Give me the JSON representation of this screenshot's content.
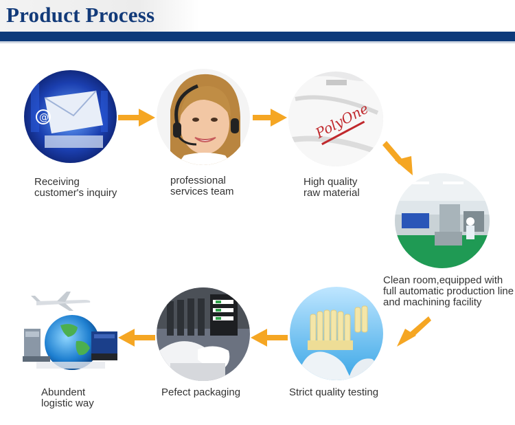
{
  "page": {
    "title": "Product Process"
  },
  "colors": {
    "brand_blue": "#0d3a7a",
    "title_blue": "#123a79",
    "arrow_orange": "#f5a623"
  },
  "steps": [
    {
      "label": "Receiving\ncustomer's inquiry",
      "icon": "email-inquiry-image"
    },
    {
      "label": "professional\nservices team",
      "icon": "support-agent-image"
    },
    {
      "label": "High quality\nraw material",
      "icon": "raw-material-bag-image",
      "brand_text": "PolyOne"
    },
    {
      "label": "Clean room,equipped with\nfull automatic production line\nand machining facility",
      "icon": "clean-room-image"
    },
    {
      "label": "Strict quality testing",
      "icon": "quality-testing-image"
    },
    {
      "label": "Pefect packaging",
      "icon": "packaging-image"
    },
    {
      "label": "Abundent\nlogistic way",
      "icon": "logistics-globe-image"
    }
  ]
}
